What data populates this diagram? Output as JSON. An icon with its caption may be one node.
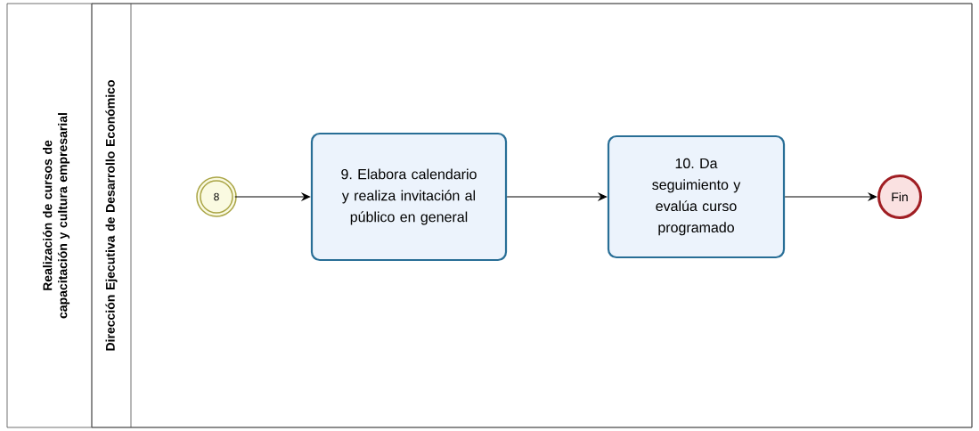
{
  "diagram": {
    "nodes": [
      {
        "text": [
          "Realización de cursos de capacitación y cultura empresarial"
        ]
      },
      {
        "text": [
          "Dirección Ejecutiva de Desarrollo Económico"
        ],
        "in": 0
      },
      {
        "text": [
          "8"
        ],
        "in": 1
      },
      {
        "text": [
          "9. Elabora calendario y realiza invitación al público en general"
        ],
        "in": 1
      },
      {
        "text": [
          "10. Da seguimiento y evalúa curso programado"
        ],
        "in": 1
      },
      {
        "text": [
          "Fin"
        ],
        "in": 1
      }
    ],
    "edges": [
      {
        "from": 2,
        "to": 3,
        "arrow": "to"
      },
      {
        "from": 3,
        "to": 4,
        "arrow": "to"
      },
      {
        "from": 4,
        "to": 5,
        "arrow": "to"
      }
    ]
  }
}
